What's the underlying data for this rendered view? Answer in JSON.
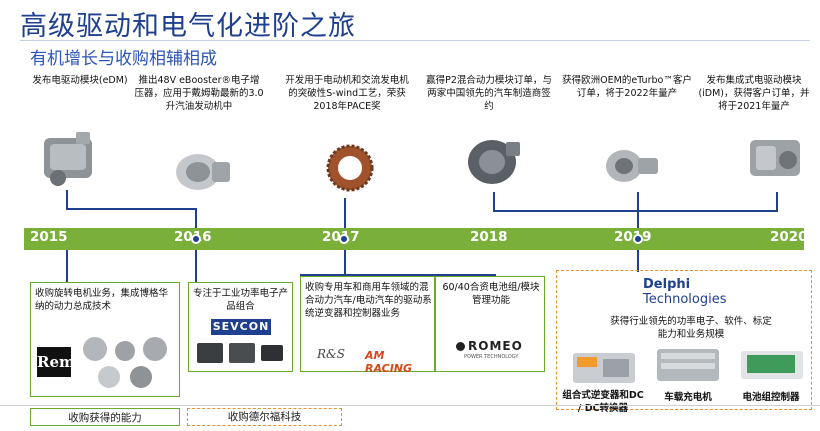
{
  "header": {
    "title": "高级驱动和电气化进阶之旅",
    "subtitle": "有机增长与收购相辅相成"
  },
  "milestones_top": [
    {
      "text": "发布电驱动模块(eDM)"
    },
    {
      "text": "推出48V eBooster®电子增压器，应用于戴姆勒最新的3.0升汽油发动机中"
    },
    {
      "text": "开发用于电动机和交流发电机的突破性S-wind工艺，荣获2018年PACE奖"
    },
    {
      "text": "赢得P2混合动力模块订单，与两家中国领先的汽车制造商签约"
    },
    {
      "text": "获得欧洲OEM的eTurbo™客户订单，将于2022年量产"
    },
    {
      "text": "发布集成式电驱动模块(iDM)，获得客户订单，并将于2021年量产"
    }
  ],
  "timeline": {
    "years": [
      "2015",
      "2016",
      "2017",
      "2018",
      "2019",
      "2020"
    ],
    "bar_color": "#7ab03a"
  },
  "acquisitions": [
    {
      "text": "收购旋转电机业务，集成博格华纳的动力总成技术",
      "logo": "Remy"
    },
    {
      "text": "专注于工业功率电子产品组合",
      "logo": "SEVCON"
    },
    {
      "text": "收购专用车和商用车领域的混合动力汽车/电动汽车的驱动系统逆变器和控制器业务",
      "logo_left": "R&S",
      "logo_right": "AM RACING"
    },
    {
      "text": "60/40合资电池组/模块管理功能",
      "logo": "ROMEO",
      "logo_sub": "POWER TECHNOLOGY"
    }
  ],
  "delphi": {
    "logo_line1": "Delphi",
    "logo_line2": "Technologies",
    "text": "获得行业领先的功率电子、软件、标定能力和业务规模",
    "products": [
      {
        "label": "组合式逆变器和DC / DC转换器"
      },
      {
        "label": "车载充电机"
      },
      {
        "label": "电池组控制器"
      }
    ]
  },
  "legend": {
    "green_label": "收购获得的能力",
    "orange_label": "收购德尔福科技"
  },
  "colors": {
    "title": "#1f3f8f",
    "accent_green": "#7ab03a",
    "accent_orange": "#e8922a",
    "line_blue": "#1f3f8f"
  }
}
